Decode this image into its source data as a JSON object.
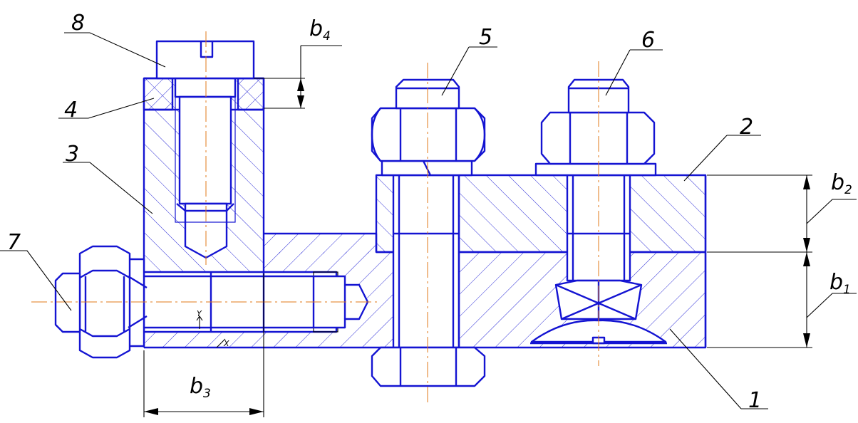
{
  "drawing": {
    "parts": [
      {
        "id": "part-1",
        "label": "1"
      },
      {
        "id": "part-2",
        "label": "2"
      },
      {
        "id": "part-3",
        "label": "3"
      },
      {
        "id": "part-4",
        "label": "4"
      },
      {
        "id": "part-5",
        "label": "5"
      },
      {
        "id": "part-6",
        "label": "6"
      },
      {
        "id": "part-7",
        "label": "7"
      },
      {
        "id": "part-8",
        "label": "8"
      }
    ],
    "dimensions": [
      {
        "id": "b1",
        "letter": "b",
        "sub": "1"
      },
      {
        "id": "b2",
        "letter": "b",
        "sub": "2"
      },
      {
        "id": "b3",
        "letter": "b",
        "sub": "3"
      },
      {
        "id": "b4",
        "letter": "b",
        "sub": "4"
      }
    ],
    "colors": {
      "outline": "#1414d2",
      "axis": "#e07a1a",
      "leader": "#000000"
    }
  }
}
